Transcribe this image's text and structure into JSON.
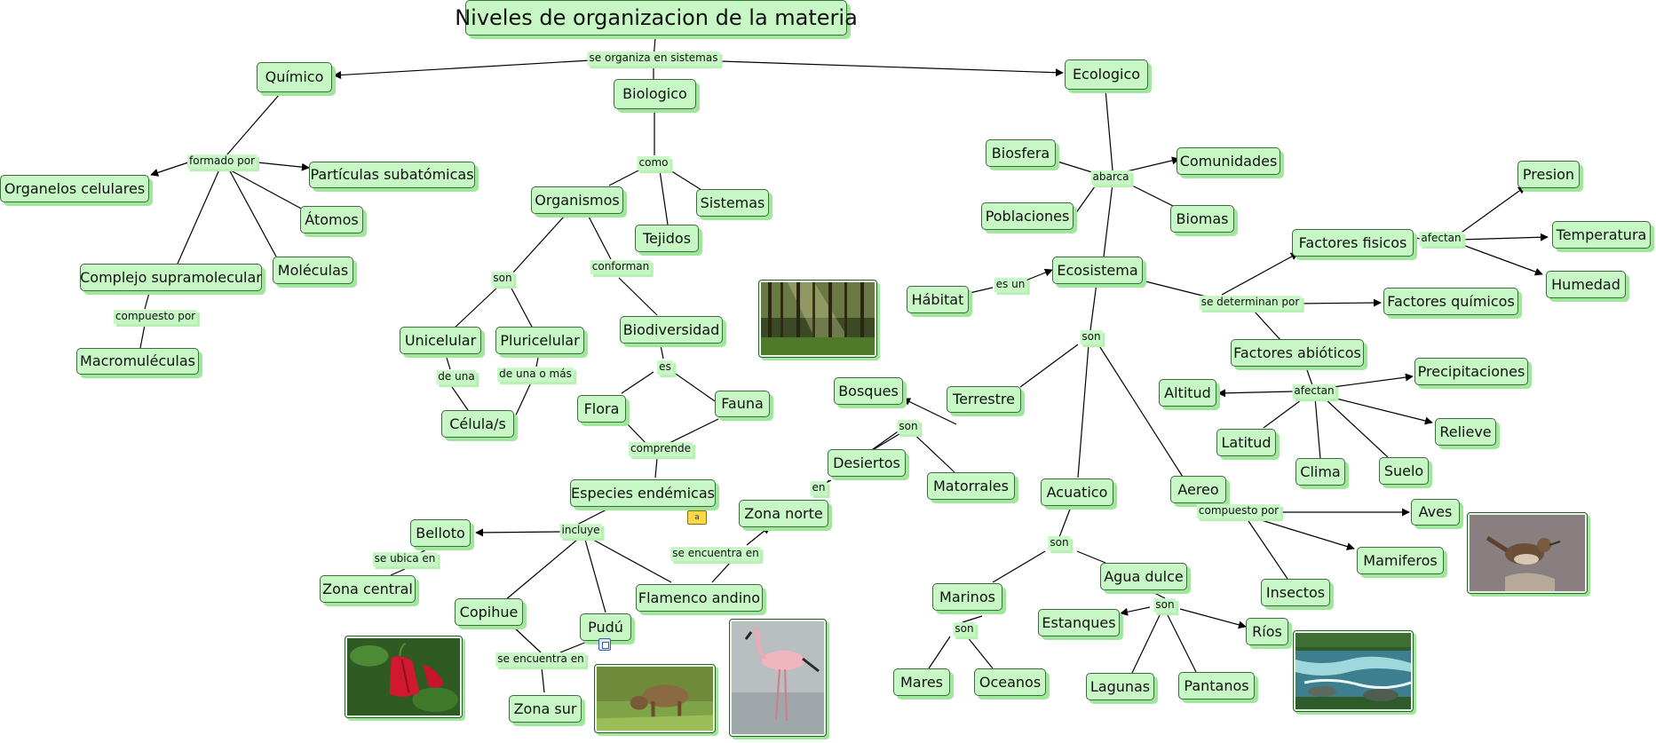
{
  "title": "Niveles de organizacion de la materia",
  "nodes": {
    "quimico": "Químico",
    "biologico": "Biologico",
    "ecologico": "Ecologico",
    "organelos": "Organelos celulares",
    "particulas": "Partículas subatómicas",
    "atomos": "Átomos",
    "moleculas": "Moléculas",
    "complejo": "Complejo supramolecular",
    "macromoleculas": "Macromuléculas",
    "organismos": "Organismos",
    "tejidos": "Tejidos",
    "sistemas": "Sistemas",
    "unicelular": "Unicelular",
    "pluricelular": "Pluricelular",
    "celulas": "Célula/s",
    "biodiversidad": "Biodiversidad",
    "flora": "Flora",
    "fauna": "Fauna",
    "especies": "Especies endémicas",
    "belloto": "Belloto",
    "zona_central": "Zona central",
    "copihue": "Copihue",
    "pudu": "Pudú",
    "zona_sur": "Zona sur",
    "flamenco": "Flamenco andino",
    "zona_norte": "Zona norte",
    "desiertos": "Desiertos",
    "bosques": "Bosques",
    "terrestre": "Terrestre",
    "matorrales": "Matorrales",
    "biosfera": "Biosfera",
    "comunidades": "Comunidades",
    "poblaciones": "Poblaciones",
    "biomas": "Biomas",
    "habitat": "Hábitat",
    "ecosistema": "Ecosistema",
    "factores_fisicos": "Factores fisicos",
    "presion": "Presion",
    "temperatura": "Temperatura",
    "humedad": "Humedad",
    "factores_quimicos": "Factores químicos",
    "factores_abioticos": "Factores abióticos",
    "altitud": "Altitud",
    "precipitaciones": "Precipitaciones",
    "relieve": "Relieve",
    "latitud": "Latitud",
    "clima": "Clima",
    "suelo": "Suelo",
    "acuatico": "Acuatico",
    "aereo": "Aereo",
    "aves": "Aves",
    "mamiferos": "Mamiferos",
    "insectos": "Insectos",
    "marinos": "Marinos",
    "agua_dulce": "Agua dulce",
    "mares": "Mares",
    "oceanos": "Oceanos",
    "estanques": "Estanques",
    "rios": "Ríos",
    "lagunas": "Lagunas",
    "pantanos": "Pantanos"
  },
  "links": {
    "se_organiza": "se organiza en sistemas",
    "formado_por": "formado por",
    "compuesto_por_1": "compuesto por",
    "como": "como",
    "son_1": "son",
    "conforman": "conforman",
    "de_una": "de una",
    "de_una_o_mas": "de una o más",
    "es": "es",
    "comprende": "comprende",
    "incluye": "incluye",
    "se_ubica_en": "se ubica en",
    "se_encuentra_en_1": "se encuentra en",
    "se_encuentra_en_2": "se encuentra en",
    "en": "en",
    "son_2": "son",
    "abarca": "abarca",
    "es_un": "es un",
    "se_determinan_por": "se determinan por",
    "afectan_1": "afectan",
    "afectan_2": "afectan",
    "son_3": "son",
    "compuesto_por_2": "compuesto por",
    "son_4": "son",
    "son_5": "son",
    "son_6": "son"
  },
  "badge_text": "a"
}
